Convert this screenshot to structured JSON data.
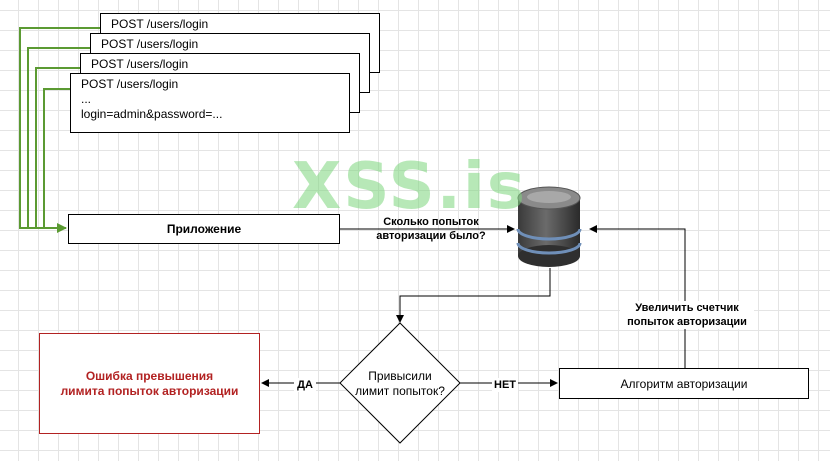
{
  "requests": [
    {
      "line1": "POST /users/login",
      "line2": "",
      "line3": ""
    },
    {
      "line1": "POST /users/login",
      "line2": "",
      "line3": ""
    },
    {
      "line1": "POST /users/login",
      "line2": "",
      "line3": ""
    },
    {
      "line1": "POST /users/login",
      "line2": "...",
      "line3": "login=admin&password=..."
    }
  ],
  "app_label": "Приложение",
  "query_label": "Сколько попыток\nавторизации было?",
  "increment_label": "Увеличить счетчик\nпопыток авторизации",
  "decision_label": "Привысили\nлимит попыток?",
  "yes_label": "ДА",
  "no_label": "НЕТ",
  "auth_label": "Алгоритм авторизации",
  "error_label": "Ошибка превышения\nлимита попыток авторизации",
  "watermark": "XSS.is",
  "colors": {
    "green_arrows": "#5b9a32",
    "error_text": "#b22222",
    "error_border": "#b22222",
    "watermark": "#7ed67e"
  },
  "icons": {
    "database": "database-cylinder-icon"
  }
}
